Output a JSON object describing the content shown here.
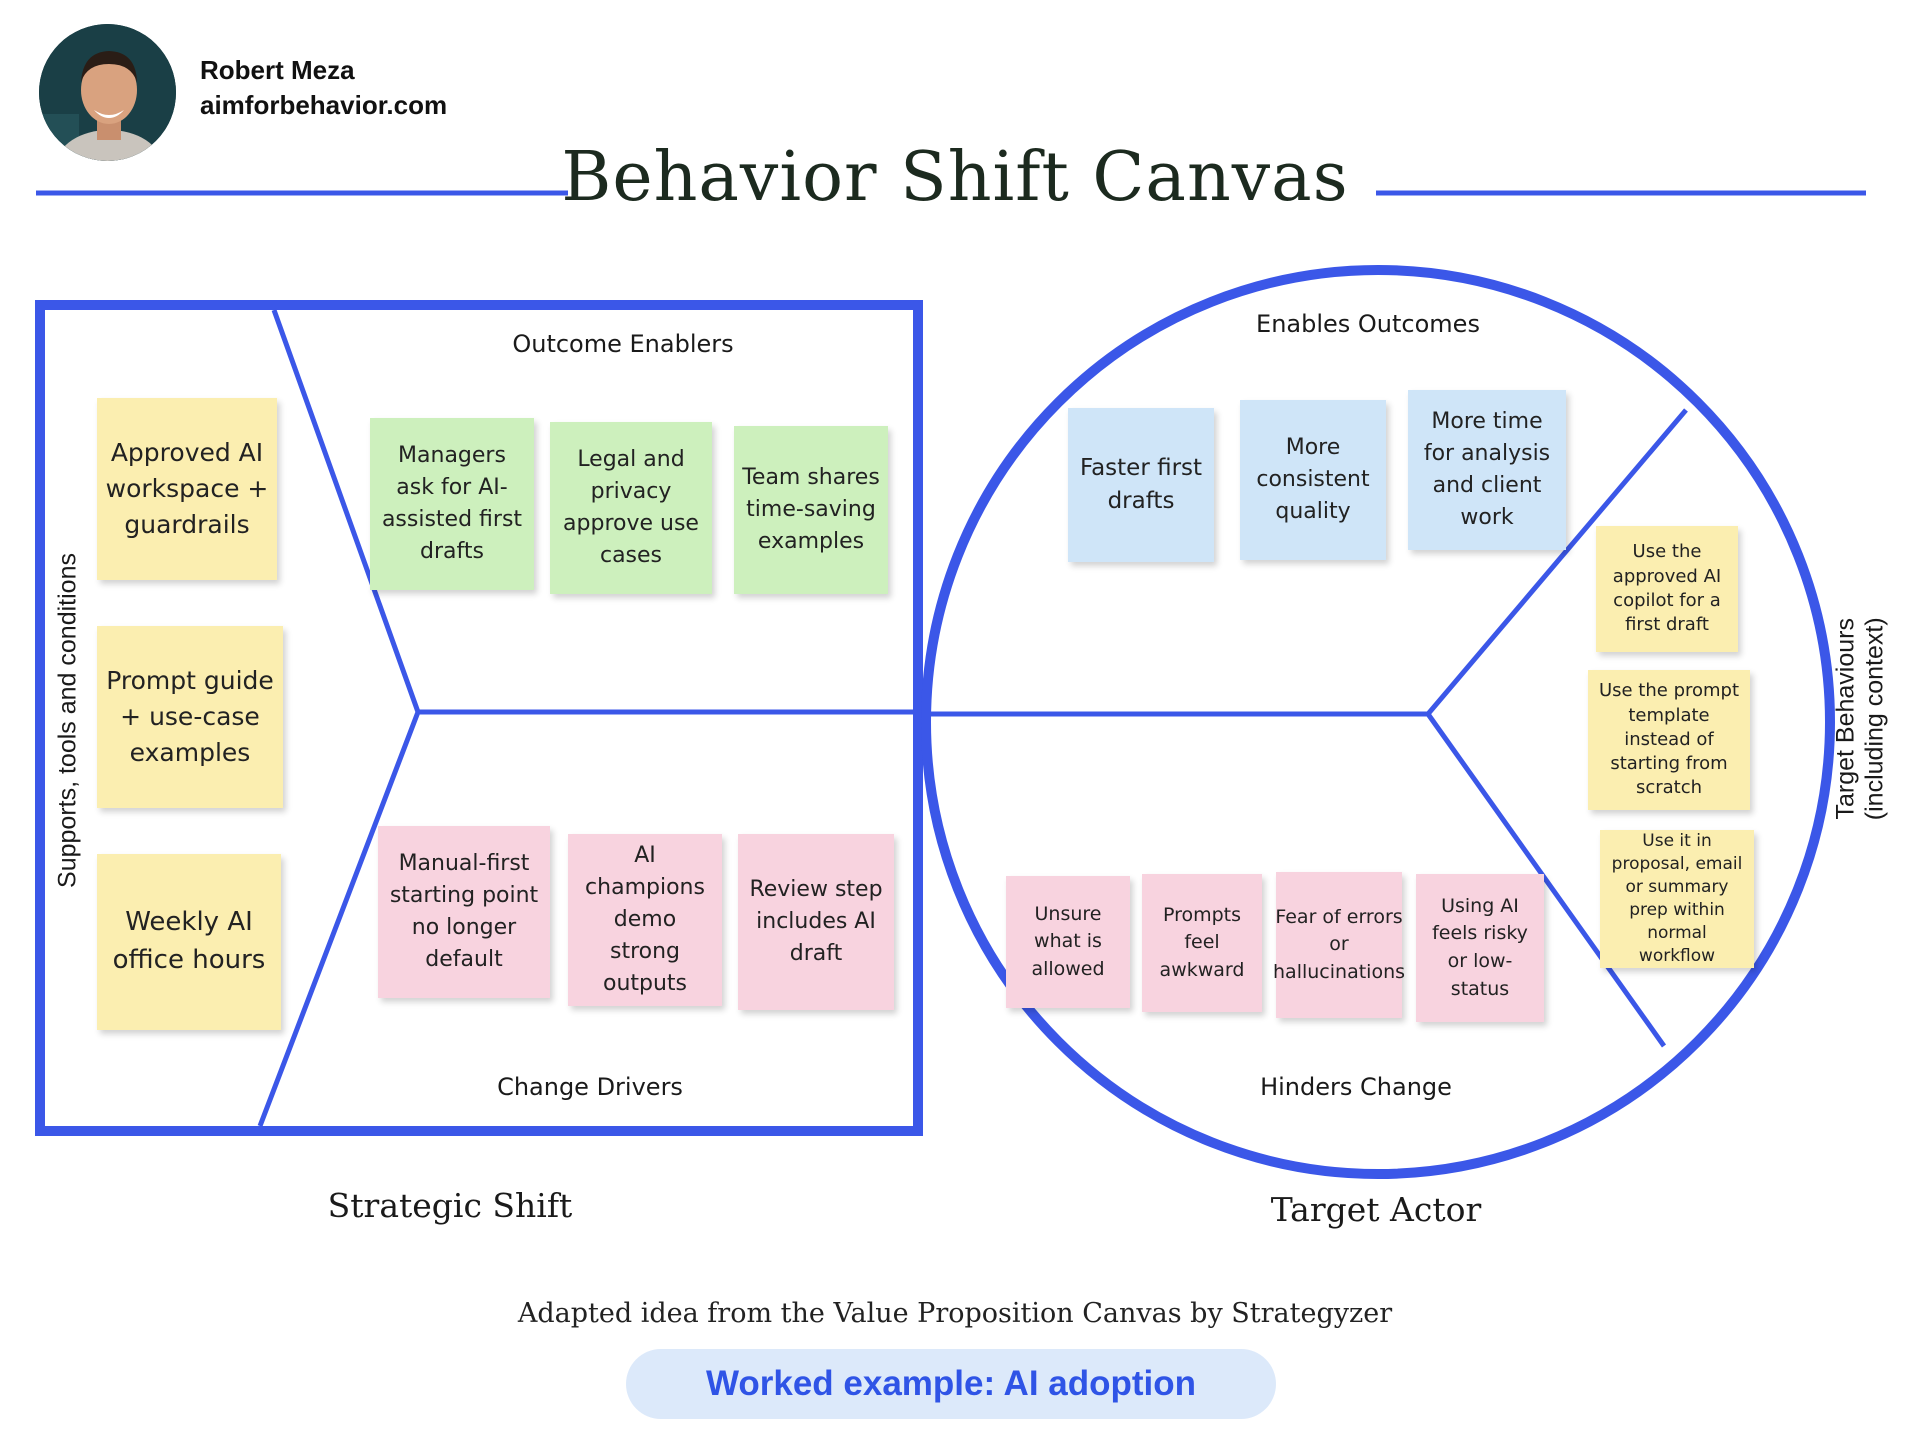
{
  "author": {
    "name": "Robert Meza",
    "website": "aimforbehavior.com"
  },
  "title": "Behavior Shift Canvas",
  "strategic_shift": {
    "label": "Strategic Shift",
    "supports_label": "Supports, tools and conditions",
    "outcome_enablers_label": "Outcome Enablers",
    "change_drivers_label": "Change Drivers",
    "supports": [
      "Approved AI workspace + guardrails",
      "Prompt guide + use-case examples",
      "Weekly AI office hours"
    ],
    "outcome_enablers": [
      "Managers ask for AI-assisted first drafts",
      "Legal and privacy approve use cases",
      "Team shares time-saving examples"
    ],
    "change_drivers": [
      "Manual-first starting point no longer default",
      "AI champions demo strong outputs",
      "Review step includes AI draft"
    ]
  },
  "target_actor": {
    "label": "Target Actor",
    "enables_outcomes_label": "Enables Outcomes",
    "hinders_change_label": "Hinders Change",
    "target_behaviours_label_line1": "Target Behaviours",
    "target_behaviours_label_line2": "(including context)",
    "enables_outcomes": [
      "Faster first drafts",
      "More consistent quality",
      "More time for analysis and client work"
    ],
    "target_behaviours": [
      "Use the approved AI copilot for a first draft",
      "Use the prompt template instead of starting from scratch",
      "Use it in proposal, email or summary prep within normal workflow"
    ],
    "hinders_change": [
      "Unsure what is allowed",
      "Prompts feel awkward",
      "Fear of errors or hallucinations",
      "Using AI feels risky or low-status"
    ]
  },
  "footer": {
    "attribution": "Adapted idea from the Value Proposition Canvas by Strategyzer",
    "badge": "Worked example: AI adoption"
  },
  "colors": {
    "accent_blue": "#3b57e8",
    "note_yellow": "#fbeeb0",
    "note_green": "#cdf0bd",
    "note_pink": "#f8d3df",
    "note_blue": "#cfe5f8",
    "badge_bg": "#dce9fa",
    "badge_text": "#2f54e6"
  }
}
